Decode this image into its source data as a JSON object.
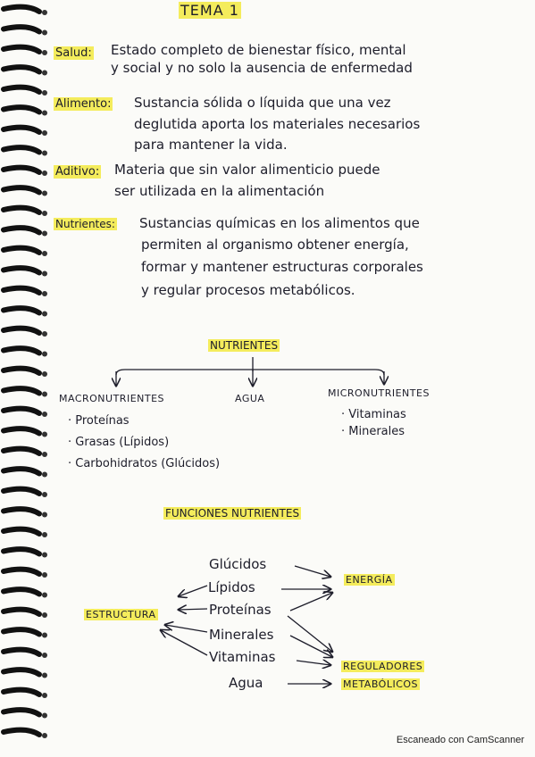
{
  "title": "TEMA 1",
  "definitions": [
    {
      "term": "Salud:",
      "lines": [
        "Estado completo de bienestar físico, mental",
        "y social y no solo la ausencia de enfermedad"
      ]
    },
    {
      "term": "Alimento:",
      "lines": [
        "Sustancia sólida o líquida que una vez",
        "deglutida aporta los materiales necesarios",
        "para mantener la vida."
      ]
    },
    {
      "term": "Aditivo:",
      "lines": [
        "Materia que sin valor alimenticio puede",
        "ser utilizada en la alimentación"
      ]
    },
    {
      "term": "Nutrientes:",
      "lines": [
        "Sustancias químicas en los alimentos que",
        "permiten al organismo obtener energía,",
        "formar y mantener estructuras corporales",
        "y regular procesos metabólicos."
      ]
    }
  ],
  "nutrientes": {
    "heading": "NUTRIENTES",
    "macro": {
      "label": "MACRONUTRIENTES",
      "items": [
        "· Proteínas",
        "· Grasas (Lípidos)",
        "· Carbohidratos (Glúcidos)"
      ]
    },
    "agua": "AGUA",
    "micro": {
      "label": "MICRONUTRIENTES",
      "items": [
        "· Vitaminas",
        "· Minerales"
      ]
    }
  },
  "funciones": {
    "heading": "FUNCIONES NUTRIENTES",
    "nutrients": [
      "Glúcidos",
      "Lípidos",
      "Proteínas",
      "Minerales",
      "Vitaminas",
      "Agua"
    ],
    "estructura": "ESTRUCTURA",
    "energia": "ENERGÍA",
    "reguladores_1": "REGULADORES",
    "reguladores_2": "METABÓLICOS"
  },
  "footer": "Escaneado con CamScanner"
}
